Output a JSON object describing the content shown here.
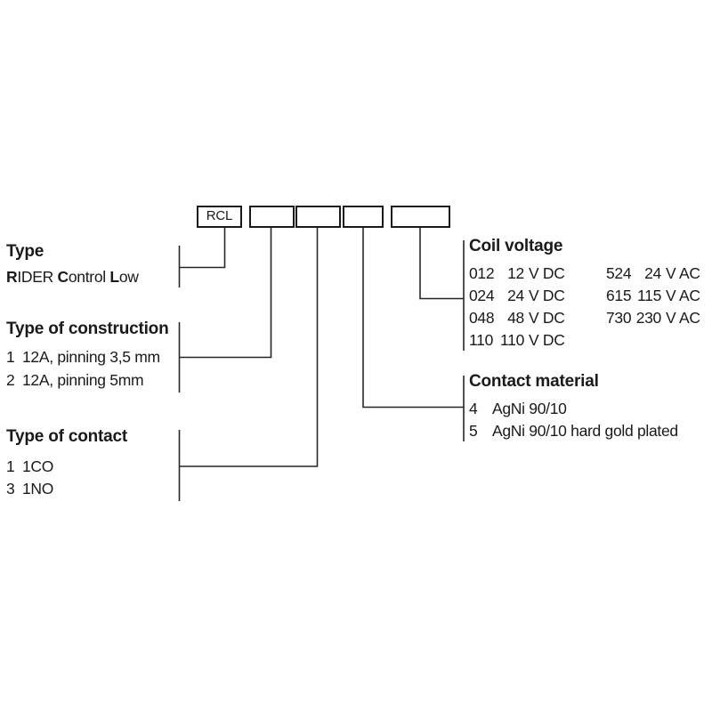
{
  "code_boxes": {
    "labels": [
      "RCL",
      "",
      "",
      "",
      ""
    ]
  },
  "sections": {
    "type": {
      "heading": "Type",
      "value_segments": [
        {
          "text": "R",
          "bold": true
        },
        {
          "text": "IDER ",
          "bold": false
        },
        {
          "text": "C",
          "bold": true
        },
        {
          "text": "ontrol ",
          "bold": false
        },
        {
          "text": "L",
          "bold": true
        },
        {
          "text": "ow",
          "bold": false
        }
      ]
    },
    "construction": {
      "heading": "Type of construction",
      "items": [
        {
          "code": "1",
          "label": "12A, pinning 3,5 mm"
        },
        {
          "code": "2",
          "label": "12A, pinning 5mm"
        }
      ]
    },
    "contact_type": {
      "heading": "Type of contact",
      "items": [
        {
          "code": "1",
          "label": "1CO"
        },
        {
          "code": "3",
          "label": "1NO"
        }
      ]
    },
    "coil_voltage": {
      "heading": "Coil voltage",
      "column1": [
        {
          "code": "012",
          "value": "12",
          "unit": "V DC"
        },
        {
          "code": "024",
          "value": "24",
          "unit": "V DC"
        },
        {
          "code": "048",
          "value": "48",
          "unit": "V DC"
        },
        {
          "code": "110",
          "value": "110",
          "unit": "V DC"
        }
      ],
      "column2": [
        {
          "code": "524",
          "value": "24",
          "unit": "V AC"
        },
        {
          "code": "615",
          "value": "115",
          "unit": "V AC"
        },
        {
          "code": "730",
          "value": "230",
          "unit": "V AC"
        }
      ]
    },
    "contact_material": {
      "heading": "Contact material",
      "items": [
        {
          "code": "4",
          "label": "AgNi 90/10"
        },
        {
          "code": "5",
          "label": "AgNi 90/10 hard gold plated"
        }
      ]
    }
  },
  "colors": {
    "text": "#1a1a1a",
    "line": "#262626",
    "background": "#ffffff"
  }
}
